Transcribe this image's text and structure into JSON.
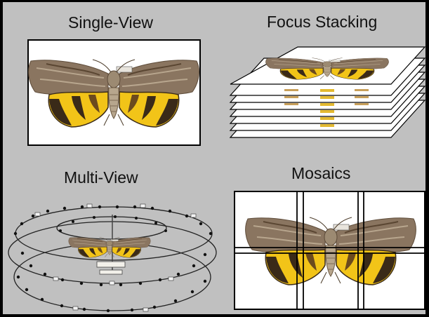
{
  "panels": {
    "single_view": {
      "title": "Single-View"
    },
    "focus_stacking": {
      "title": "Focus Stacking"
    },
    "multi_view": {
      "title": "Multi-View"
    },
    "mosaics": {
      "title": "Mosaics"
    }
  },
  "colors": {
    "background": "#c0c0c0",
    "frame": "#000000",
    "wing_brown": "#8a7560",
    "wing_yellow": "#f2c418",
    "wing_dark": "#3a2a18"
  },
  "icons": {
    "moth": "moth-specimen-icon",
    "stack": "image-stack-icon",
    "camera_rings": "camera-rings-icon",
    "grid": "mosaic-grid-icon"
  }
}
